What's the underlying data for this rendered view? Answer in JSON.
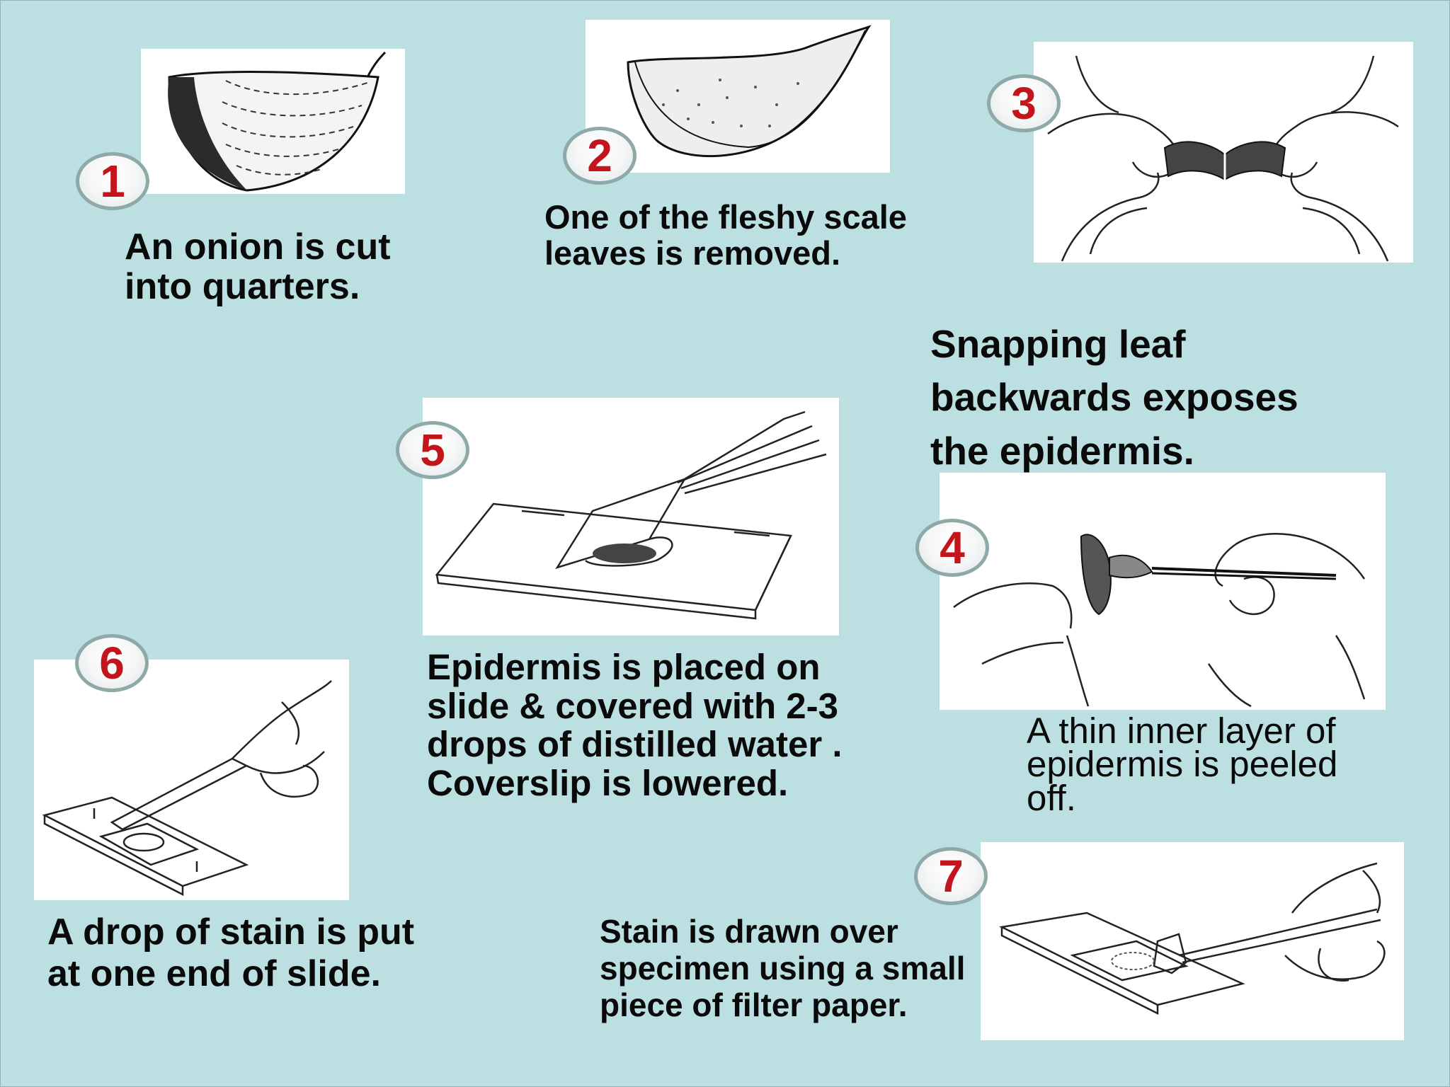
{
  "steps": [
    {
      "number": "1",
      "caption": [
        "An onion is cut",
        "into quarters."
      ],
      "illustration": "onion-quarter"
    },
    {
      "number": "2",
      "caption": [
        "One of the fleshy scale",
        "leaves is removed."
      ],
      "illustration": "scale-leaf"
    },
    {
      "number": "3",
      "caption": [
        "Snapping leaf",
        "backwards exposes",
        "the epidermis."
      ],
      "illustration": "hands-snapping-leaf"
    },
    {
      "number": "4",
      "caption": [
        "A thin inner layer of",
        "epidermis is peeled",
        "off."
      ],
      "illustration": "peeling-epidermis-with-forceps"
    },
    {
      "number": "5",
      "caption": [
        "Epidermis is placed on",
        "slide & covered with 2-3",
        "drops of distilled water .",
        "Coverslip is lowered."
      ],
      "illustration": "slide-with-coverslip"
    },
    {
      "number": "6",
      "caption": [
        "A drop of stain is put",
        "at one end of slide."
      ],
      "illustration": "dropper-on-slide"
    },
    {
      "number": "7",
      "caption": [
        "Stain is drawn over",
        "specimen using a small",
        "piece of filter paper."
      ],
      "illustration": "filter-paper-on-slide"
    }
  ],
  "colors": {
    "background": "#bcdfe2",
    "badge_number": "#c3161c",
    "caption_text": "#0a0a0a",
    "panel": "#ffffff"
  }
}
